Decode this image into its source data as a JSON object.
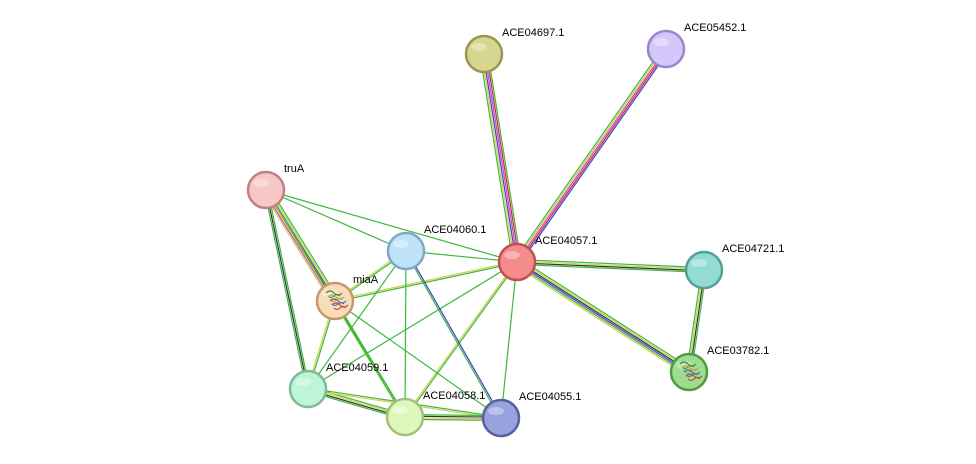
{
  "nodes": [
    {
      "id": "ACE04697.1",
      "label": "ACE04697.1",
      "color": "#d7d68f",
      "stroke": "#999553"
    },
    {
      "id": "ACE05452.1",
      "label": "ACE05452.1",
      "color": "#d6c7fb",
      "stroke": "#9a87c8"
    },
    {
      "id": "truA",
      "label": "truA",
      "color": "#f5c7c7",
      "stroke": "#c28080"
    },
    {
      "id": "ACE04060.1",
      "label": "ACE04060.1",
      "color": "#bfe2f8",
      "stroke": "#7ea9c6"
    },
    {
      "id": "ACE04057.1",
      "label": "ACE04057.1",
      "color": "#f58c8c",
      "stroke": "#c24f4f"
    },
    {
      "id": "ACE04721.1",
      "label": "ACE04721.1",
      "color": "#92dcd4",
      "stroke": "#54a097"
    },
    {
      "id": "miaA",
      "label": "miaA",
      "color": "#f8dcbc",
      "stroke": "#c49a6b",
      "has_structure": true
    },
    {
      "id": "ACE03782.1",
      "label": "ACE03782.1",
      "color": "#9fdc8f",
      "stroke": "#4f9a45",
      "has_structure": true
    },
    {
      "id": "ACE04059.1",
      "label": "ACE04059.1",
      "color": "#bff5d7",
      "stroke": "#7dbb98"
    },
    {
      "id": "ACE04058.1",
      "label": "ACE04058.1",
      "color": "#def7bd",
      "stroke": "#a3bf7a"
    },
    {
      "id": "ACE04055.1",
      "label": "ACE04055.1",
      "color": "#98a2de",
      "stroke": "#55609f"
    }
  ],
  "edges": [
    {
      "from": "ACE04057.1",
      "to": "ACE04697.1",
      "colors": [
        "#3db83d",
        "#d0d04f",
        "#4040d0",
        "#d040d0",
        "#c03030",
        "#3db83d"
      ]
    },
    {
      "from": "ACE04057.1",
      "to": "ACE05452.1",
      "colors": [
        "#3db83d",
        "#d0d04f",
        "#d040d0",
        "#c03030",
        "#4040d0"
      ]
    },
    {
      "from": "ACE04057.1",
      "to": "ACE04721.1",
      "colors": [
        "#3db83d",
        "#d0d04f",
        "#333333",
        "#3db83d"
      ]
    },
    {
      "from": "ACE04057.1",
      "to": "ACE03782.1",
      "colors": [
        "#3db83d",
        "#d0d04f",
        "#333333",
        "#4040d0",
        "#3db83d",
        "#d0d04f"
      ]
    },
    {
      "from": "ACE04721.1",
      "to": "ACE03782.1",
      "colors": [
        "#3db83d",
        "#333333",
        "#d0d04f",
        "#3db83d"
      ]
    },
    {
      "from": "ACE04057.1",
      "to": "truA",
      "colors": [
        "#3db83d"
      ]
    },
    {
      "from": "ACE04057.1",
      "to": "ACE04060.1",
      "colors": [
        "#3db83d"
      ]
    },
    {
      "from": "ACE04057.1",
      "to": "miaA",
      "colors": [
        "#3db83d",
        "#d0d04f"
      ]
    },
    {
      "from": "ACE04057.1",
      "to": "ACE04059.1",
      "colors": [
        "#3db83d"
      ]
    },
    {
      "from": "ACE04057.1",
      "to": "ACE04058.1",
      "colors": [
        "#3db83d",
        "#d0d04f"
      ]
    },
    {
      "from": "ACE04057.1",
      "to": "ACE04055.1",
      "colors": [
        "#3db83d"
      ]
    },
    {
      "from": "truA",
      "to": "ACE04060.1",
      "colors": [
        "#3db83d"
      ]
    },
    {
      "from": "truA",
      "to": "miaA",
      "colors": [
        "#3db83d",
        "#d0d04f",
        "#4040d0",
        "#333333",
        "#d040d0",
        "#d0d04f"
      ]
    },
    {
      "from": "truA",
      "to": "ACE04059.1",
      "colors": [
        "#3db83d",
        "#333333",
        "#3db83d"
      ]
    },
    {
      "from": "truA",
      "to": "ACE04058.1",
      "colors": [
        "#3db83d",
        "#d0d04f"
      ]
    },
    {
      "from": "ACE04060.1",
      "to": "miaA",
      "colors": [
        "#3db83d",
        "#d0d04f"
      ]
    },
    {
      "from": "ACE04060.1",
      "to": "ACE04059.1",
      "colors": [
        "#3db83d"
      ]
    },
    {
      "from": "ACE04060.1",
      "to": "ACE04058.1",
      "colors": [
        "#3db83d"
      ]
    },
    {
      "from": "ACE04060.1",
      "to": "ACE04055.1",
      "colors": [
        "#4040d0",
        "#3db83d"
      ]
    },
    {
      "from": "miaA",
      "to": "ACE04059.1",
      "colors": [
        "#3db83d",
        "#d0d04f"
      ]
    },
    {
      "from": "miaA",
      "to": "ACE04058.1",
      "colors": [
        "#3db83d",
        "#3db83d"
      ]
    },
    {
      "from": "miaA",
      "to": "ACE04055.1",
      "colors": [
        "#3db83d"
      ]
    },
    {
      "from": "ACE04059.1",
      "to": "ACE04058.1",
      "colors": [
        "#3db83d",
        "#d0d04f",
        "#333333",
        "#3db83d"
      ]
    },
    {
      "from": "ACE04059.1",
      "to": "ACE04055.1",
      "colors": [
        "#3db83d",
        "#d0d04f"
      ]
    },
    {
      "from": "ACE04058.1",
      "to": "ACE04055.1",
      "colors": [
        "#3db83d",
        "#333333",
        "#d0d04f",
        "#3db83d"
      ]
    }
  ]
}
